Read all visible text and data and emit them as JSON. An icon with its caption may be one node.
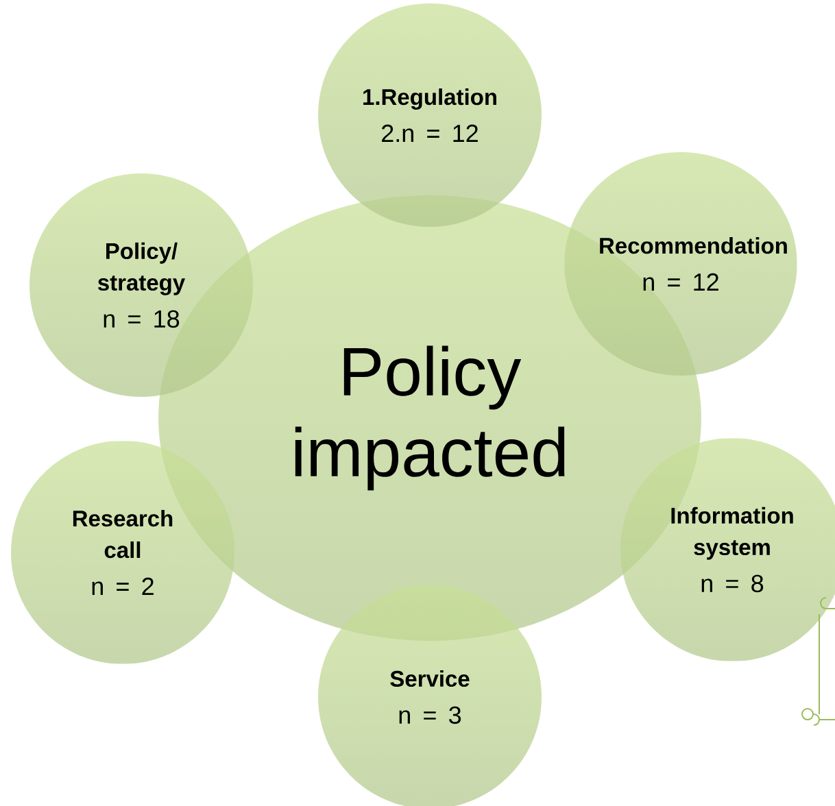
{
  "diagram": {
    "nodes": [
      {
        "text": [
          "Policy impacted"
        ]
      },
      {
        "text": [
          "1.Regulation",
          "2.n = 12"
        ]
      },
      {
        "text": [
          "Recommendation",
          "n = 12"
        ]
      },
      {
        "text": [
          "Policy/ strategy",
          "n = 18"
        ]
      },
      {
        "text": [
          "Research call",
          "n = 2"
        ]
      },
      {
        "text": [
          "Service",
          "n = 3"
        ]
      },
      {
        "text": [
          "Information system",
          "n = 8"
        ]
      }
    ]
  }
}
